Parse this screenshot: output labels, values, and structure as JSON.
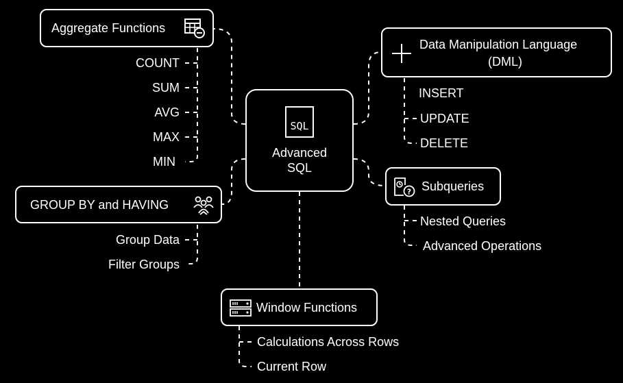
{
  "center": {
    "line1": "Advanced",
    "line2": "SQL",
    "icon_text": "SQL",
    "icon": "sql-file-icon"
  },
  "aggregate": {
    "title": "Aggregate Functions",
    "icon": "table-minus-icon",
    "items": [
      "COUNT",
      "SUM",
      "AVG",
      "MAX",
      "MIN"
    ]
  },
  "groupby": {
    "title": "GROUP BY and HAVING",
    "icon": "people-group-icon",
    "items": [
      "Group Data",
      "Filter Groups"
    ]
  },
  "dml": {
    "title_line1": "Data Manipulation Language",
    "title_line2": "(DML)",
    "icon": "plus-icon",
    "items": [
      "INSERT",
      "UPDATE",
      "DELETE"
    ]
  },
  "subqueries": {
    "title": "Subqueries",
    "icon": "clock-question-icon",
    "items": [
      "Nested Queries",
      "Advanced Operations"
    ]
  },
  "window": {
    "title": "Window Functions",
    "icon": "server-rack-icon",
    "items": [
      "Calculations Across Rows",
      "Current Row"
    ]
  }
}
